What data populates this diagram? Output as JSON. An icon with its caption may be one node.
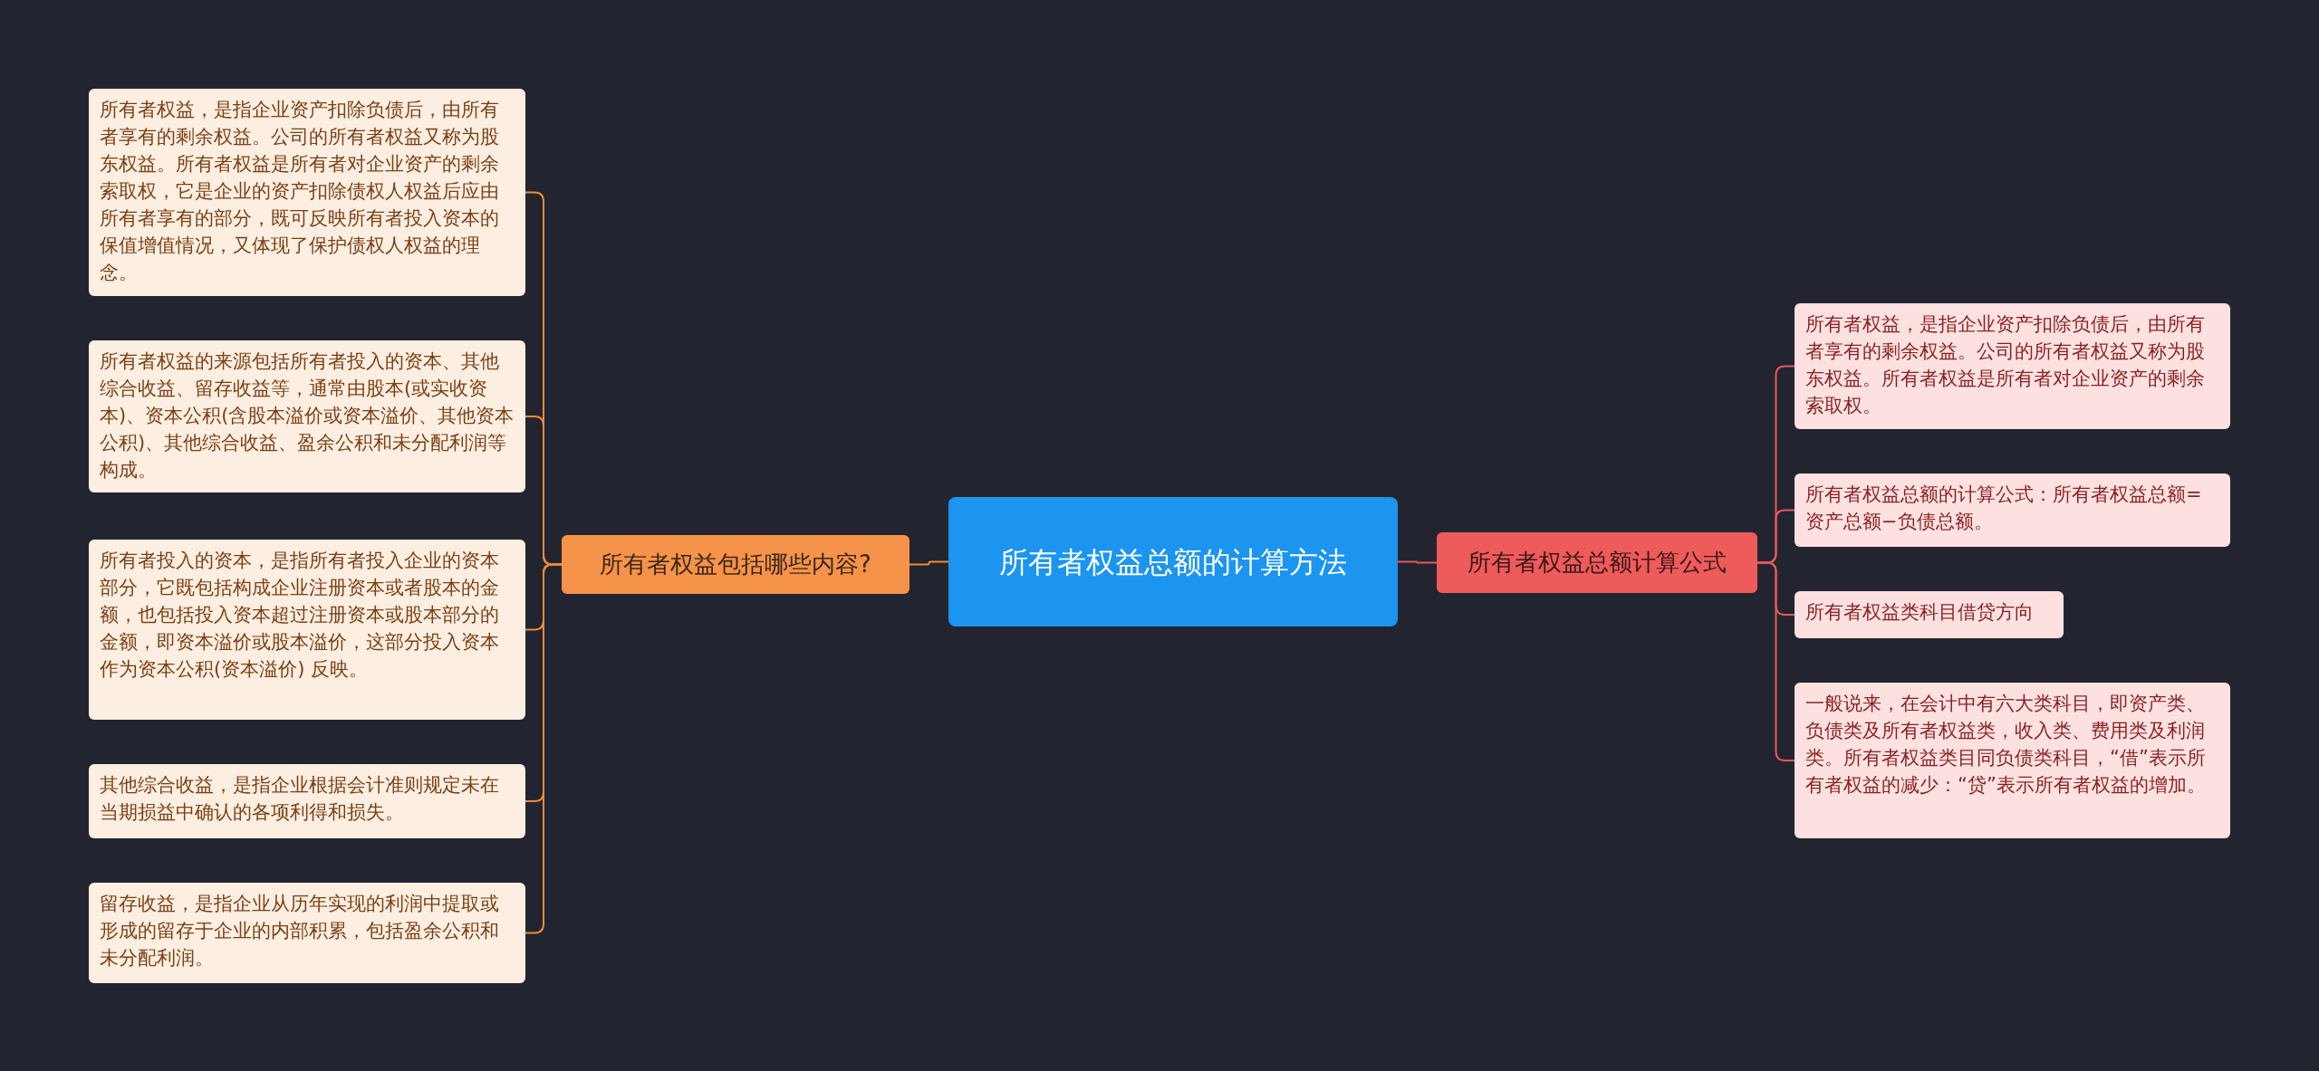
{
  "diagram": {
    "nodes": [
      {
        "text": [
          "所有者权益总额的计算方法"
        ]
      },
      {
        "text": [
          "所有者权益包括哪些内容?"
        ]
      },
      {
        "text": [
          "所有者权益，是指企业资产扣除负债后，由所有者享有的剩余权益。公司的所有者权益又称为股东权益。所有者权益是所有者对企业资产的剩余索取权，它是企业的资产扣除债权人权益后应由所有者享有的部分，既可反映所有者投入资本的保值增值情况，又体现了保护债权人权益的理念。"
        ]
      },
      {
        "text": [
          "所有者权益的来源包括所有者投入的资本、其他综合收益、留存收益等，通常由股本(或实收资本)、资本公积(含股本溢价或资本溢价、其他资本公积)、其他综合收益、盈余公积和未分配利润等构成。"
        ]
      },
      {
        "text": [
          "所有者投入的资本，是指所有者投入企业的资本部分，它既包括构成企业注册资本或者股本的金额，也包括投入资本超过注册资本或股本部分的金额，即资本溢价或股本溢价，这部分投入资本作为资本公积(资本溢价) 反映。"
        ]
      },
      {
        "text": [
          "其他综合收益，是指企业根据会计准则规定未在当期损益中确认的各项利得和损失。"
        ]
      },
      {
        "text": [
          "留存收益，是指企业从历年实现的利润中提取或形成的留存于企业的内部积累，包括盈余公积和未分配利润。"
        ]
      },
      {
        "text": [
          "所有者权益总额计算公式"
        ]
      },
      {
        "text": [
          "所有者权益，是指企业资产扣除负债后，由所有者享有的剩余权益。公司的所有者权益又称为股东权益。所有者权益是所有者对企业资产的剩余索取权。"
        ]
      },
      {
        "text": [
          "所有者权益总额的计算公式：所有者权益总额=资产总额−负债总额。"
        ]
      },
      {
        "text": [
          "所有者权益类科目借贷方向"
        ]
      },
      {
        "text": [
          "一般说来，在会计中有六大类科目，即资产类、负债类及所有者权益类，收入类、费用类及利润类。所有者权益类目同负债类科目，“借”表示所有者权益的减少：“贷”表示所有者权益的增加。"
        ]
      }
    ],
    "edges": [
      {
        "from": 0,
        "to": 1,
        "arrow": "none"
      },
      {
        "from": 1,
        "to": 2,
        "arrow": "none"
      },
      {
        "from": 1,
        "to": 3,
        "arrow": "none"
      },
      {
        "from": 1,
        "to": 4,
        "arrow": "none"
      },
      {
        "from": 1,
        "to": 5,
        "arrow": "none"
      },
      {
        "from": 1,
        "to": 6,
        "arrow": "none"
      },
      {
        "from": 0,
        "to": 7,
        "arrow": "none",
        "color": "#e8585c"
      },
      {
        "from": 7,
        "to": 8,
        "arrow": "none",
        "color": "#e8585c"
      },
      {
        "from": 7,
        "to": 9,
        "arrow": "none",
        "color": "#e8585c"
      },
      {
        "from": 7,
        "to": 10,
        "arrow": "none",
        "color": "#e8585c"
      },
      {
        "from": 7,
        "to": 11,
        "arrow": "none",
        "color": "#e8585c"
      }
    ]
  }
}
